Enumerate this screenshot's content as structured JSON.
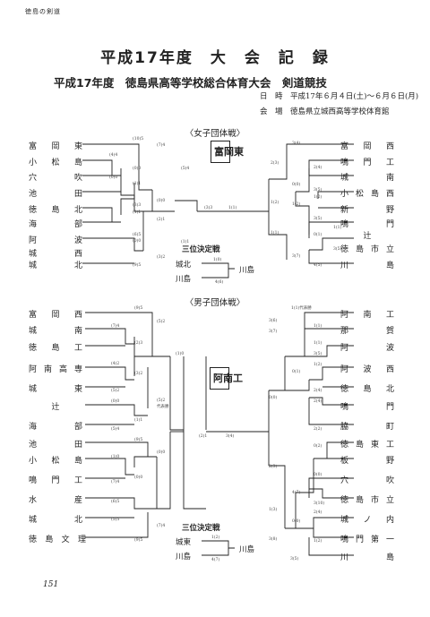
{
  "header": {
    "label": "徳島の剣道"
  },
  "title": "平成17年度　大　会　記　録",
  "subtitle": "平成17年度　徳島県高等学校総合体育大会　剣道競技",
  "date_line": "日　時　平成17年６月４日(土)～６月６日(月)",
  "venue_line": "会　場　徳島県立城西高等学校体育館",
  "women": {
    "title": "〈女子団体戦〉",
    "champion": "富岡東",
    "left_teams": [
      "富岡東",
      "小松島",
      "穴吹",
      "池田",
      "徳島北",
      "海部",
      "阿波",
      "城西",
      "城北"
    ],
    "right_teams": [
      "富岡西",
      "鳴門工",
      "城南",
      "小松島西",
      "新野",
      "鳴門",
      "辻",
      "徳島市立",
      "川島"
    ],
    "scores_left": [
      "(10)5",
      "(7)4",
      "(4)4",
      "(0)0",
      "(0)0",
      "(1)1",
      "(0)0",
      "(3)3",
      "(1)1",
      "(2)1",
      "(0)0",
      "(6)5",
      "(9)5",
      "(3)2",
      "(5)4",
      "(1)1",
      "(3)3",
      "1(1)"
    ],
    "scores_right": [
      "3(4)",
      "2(4)",
      "0(0)",
      "1(2)",
      "3(5)",
      "1(2)",
      "3(5)",
      "1(1)",
      "0(1)",
      "3(5)",
      "3(7)",
      "4(5)",
      "2(3)",
      "1(2)",
      "1(1)"
    ],
    "third_place": {
      "title": "三位決定戦",
      "team_a": "城北",
      "team_b": "川島",
      "score_a": "1(0)",
      "score_b": "4(6)",
      "winner": "川島"
    }
  },
  "men": {
    "title": "〈男子団体戦〉",
    "champion": "阿南工",
    "left_teams": [
      "富岡西",
      "城南",
      "徳島工",
      "阿南高専",
      "城東",
      "辻",
      "海部",
      "池田",
      "小松島",
      "鳴門工",
      "水産",
      "城北",
      "徳島文理"
    ],
    "right_teams": [
      "阿南工",
      "那賀",
      "阿波",
      "阿波西",
      "徳島北",
      "鳴門",
      "脇町",
      "徳島東工",
      "板野",
      "穴吹",
      "徳島市立",
      "城ノ内",
      "鳴門第一",
      "川島"
    ],
    "scores_left": [
      "(9)5",
      "(7)4",
      "(2)3",
      "(4)2",
      "(5)2",
      "(5)2",
      "(0)0",
      "(3)2",
      "(1)0",
      "(5)2",
      "代表勝",
      "(1)1",
      "(5)4",
      "(9)5",
      "(0)0",
      "(1)0",
      "(7)4",
      "(0)0",
      "(6)5",
      "(5)5",
      "(7)4",
      "(2)1",
      "(9)5"
    ],
    "scores_right": [
      "1(1)代表勝",
      "1(1)",
      "1(1)",
      "3(5)",
      "1(2)",
      "0(1)",
      "2(4)",
      "2(4)",
      "3(6)",
      "0(0)",
      "3(7)",
      "2(2)",
      "0(2)",
      "2(3)",
      "0(0)",
      "4(7)",
      "3(10)",
      "2(4)",
      "0(0)",
      "1(2)",
      "3(8)",
      "1(3)",
      "3(4)",
      "3(5)"
    ],
    "third_place": {
      "title": "三位決定戦",
      "team_a": "城東",
      "team_b": "川島",
      "score_a": "1(2)",
      "score_b": "4(7)",
      "winner": "川島"
    }
  },
  "page_number": "151"
}
